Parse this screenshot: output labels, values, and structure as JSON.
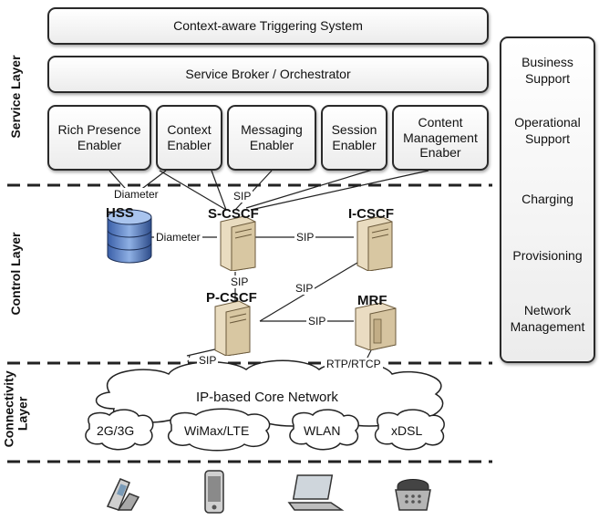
{
  "layers": {
    "service": "Service Layer",
    "control": "Control Layer",
    "connectivity": "Connectivity Layer"
  },
  "service_boxes": {
    "triggering": "Context-aware Triggering System",
    "broker": "Service Broker / Orchestrator",
    "enablers": [
      "Rich Presence Enabler",
      "Context Enabler",
      "Messaging Enabler",
      "Session Enabler",
      "Content Management Enaber"
    ]
  },
  "side_panel": [
    "Business Support",
    "Operational Support",
    "Charging",
    "Provisioning",
    "Network Management"
  ],
  "nodes": {
    "hss": "HSS",
    "s_cscf": "S-CSCF",
    "i_cscf": "I-CSCF",
    "p_cscf": "P-CSCF",
    "mrf": "MRF"
  },
  "links": {
    "diameter_top": "Diameter",
    "diameter_mid": "Diameter",
    "sip_top": "SIP",
    "sip_si": "SIP",
    "sip_sp": "SIP",
    "sip_pi": "SIP",
    "sip_pm": "SIP",
    "sip_bottom": "SIP",
    "rtp": "RTP/RTCP"
  },
  "networks": {
    "core": "IP-based Core Network",
    "access": [
      "2G/3G",
      "WiMax/LTE",
      "WLAN",
      "xDSL"
    ]
  },
  "devices": [
    "flip-phone-icon",
    "smartphone-icon",
    "laptop-icon",
    "desk-phone-icon"
  ]
}
